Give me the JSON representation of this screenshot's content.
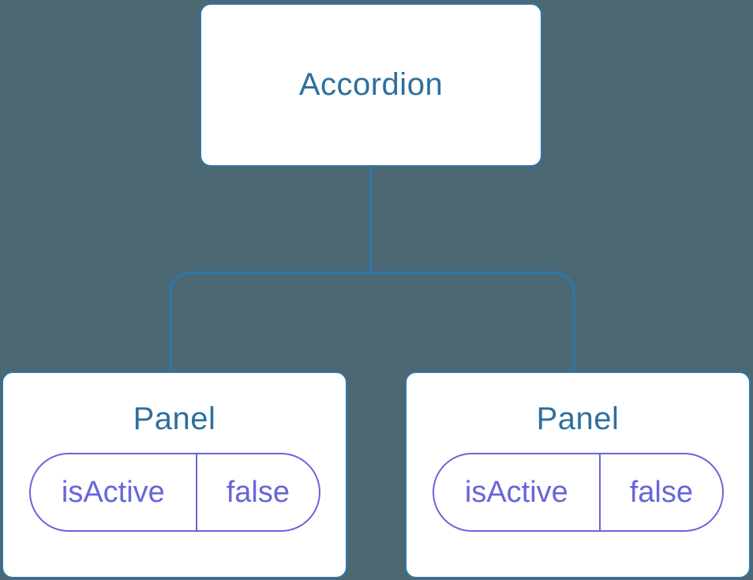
{
  "colors": {
    "background": "#4c6873",
    "node-border": "#2e76ac",
    "node-bg": "#ffffff",
    "heading-text": "#2d6f9e",
    "state-accent": "#6765d9",
    "connector": "#2e76ac"
  },
  "tree": {
    "root": {
      "label": "Accordion"
    },
    "panels": [
      {
        "label": "Panel",
        "state": {
          "key": "isActive",
          "value": "false"
        }
      },
      {
        "label": "Panel",
        "state": {
          "key": "isActive",
          "value": "false"
        }
      }
    ]
  }
}
